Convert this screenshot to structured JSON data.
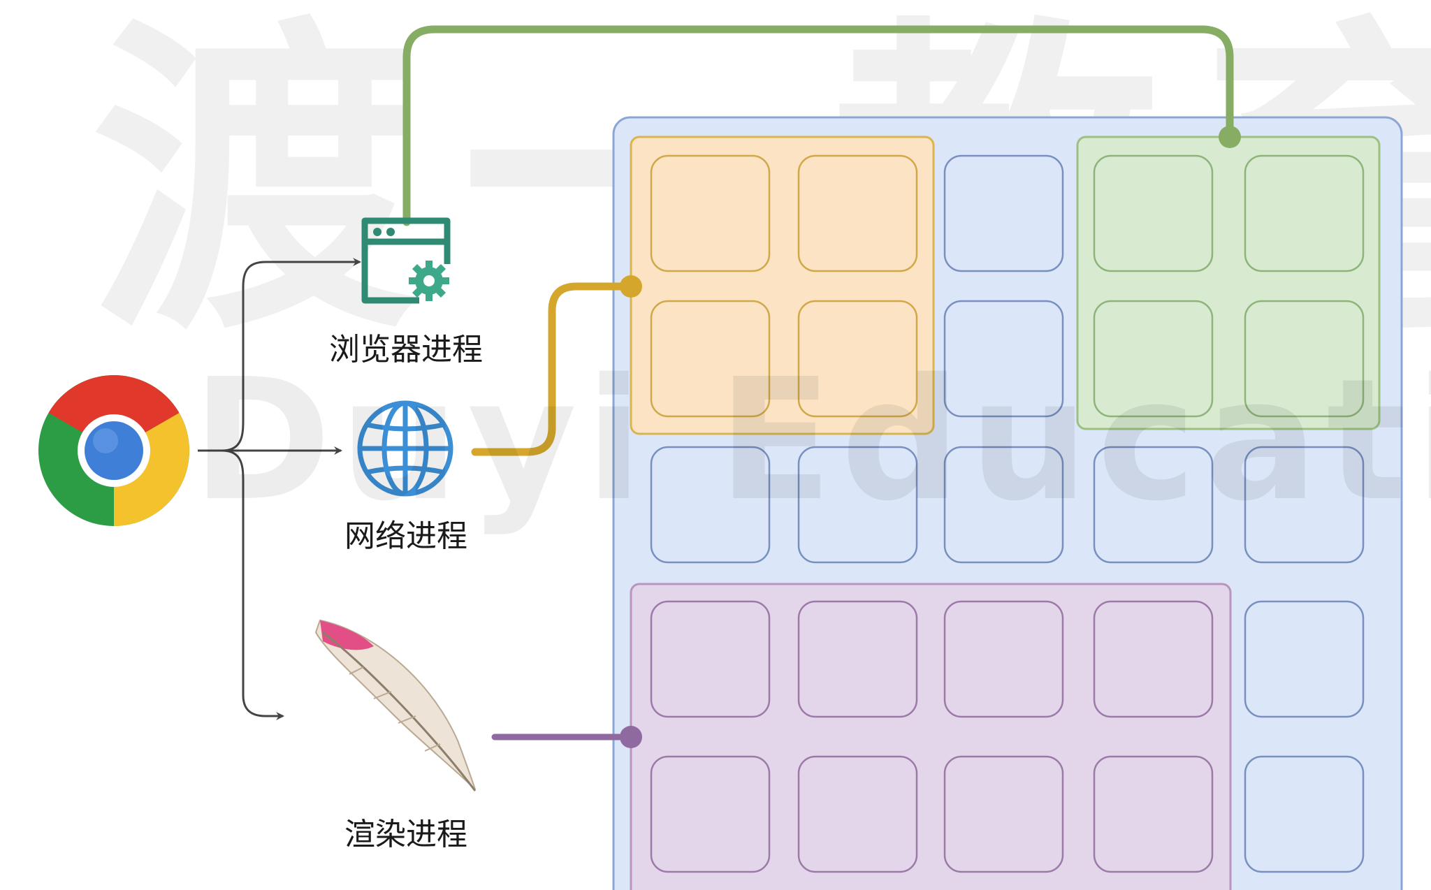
{
  "watermark": {
    "cn": "渡一教育",
    "en": "Duyi Education"
  },
  "processes": {
    "browser": {
      "label": "浏览器进程",
      "icon": "browser-window-gear-icon"
    },
    "network": {
      "label": "网络进程",
      "icon": "globe-icon"
    },
    "renderer": {
      "label": "渲染进程",
      "icon": "feather-icon"
    }
  },
  "app_icon": "chrome-logo-icon",
  "colors": {
    "memory_bg": "#dbe6f8",
    "memory_border": "#8aa6d6",
    "network_region": "#fbe3c4",
    "network_border": "#d9b552",
    "network_wire": "#d4a72c",
    "browser_region": "#d8ead0",
    "browser_border": "#9cc084",
    "browser_wire": "#86ad63",
    "renderer_region": "#e3d6ea",
    "renderer_border": "#b894bf",
    "renderer_wire": "#8f6aa0"
  }
}
